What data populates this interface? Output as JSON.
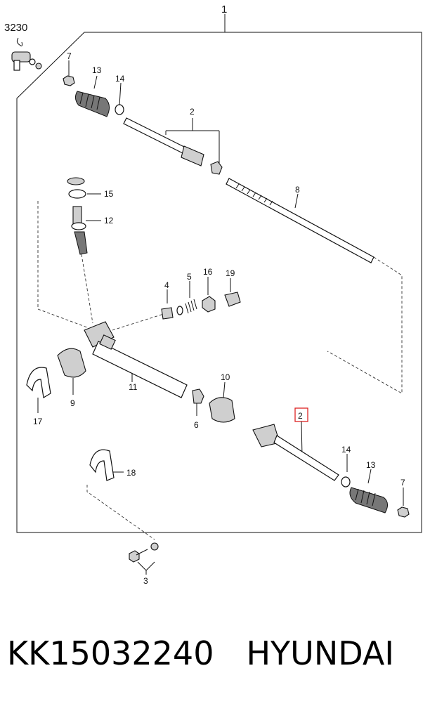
{
  "diagram": {
    "callouts": {
      "assembly": "1",
      "tie_rod_end": "3230",
      "inner_tie_rod_upper": "2",
      "inner_tie_rod_lower": "2",
      "bolt": "3",
      "yoke": "4",
      "spring": "5",
      "plug": "6",
      "nut_upper": "7",
      "nut_lower": "7",
      "rack": "8",
      "bushing": "9",
      "mount": "10",
      "housing": "11",
      "pinion": "12",
      "boot_upper": "13",
      "boot_lower": "13",
      "clip_upper": "14",
      "clip_lower": "14",
      "retainer": "15",
      "locknut": "16",
      "bracket_left": "17",
      "bracket_right": "18",
      "cap": "19"
    },
    "highlighted_callout": "2",
    "highlight_color": "#dd2222"
  },
  "footer": {
    "part_number": "KK15032240",
    "brand": "HYUNDAI"
  }
}
